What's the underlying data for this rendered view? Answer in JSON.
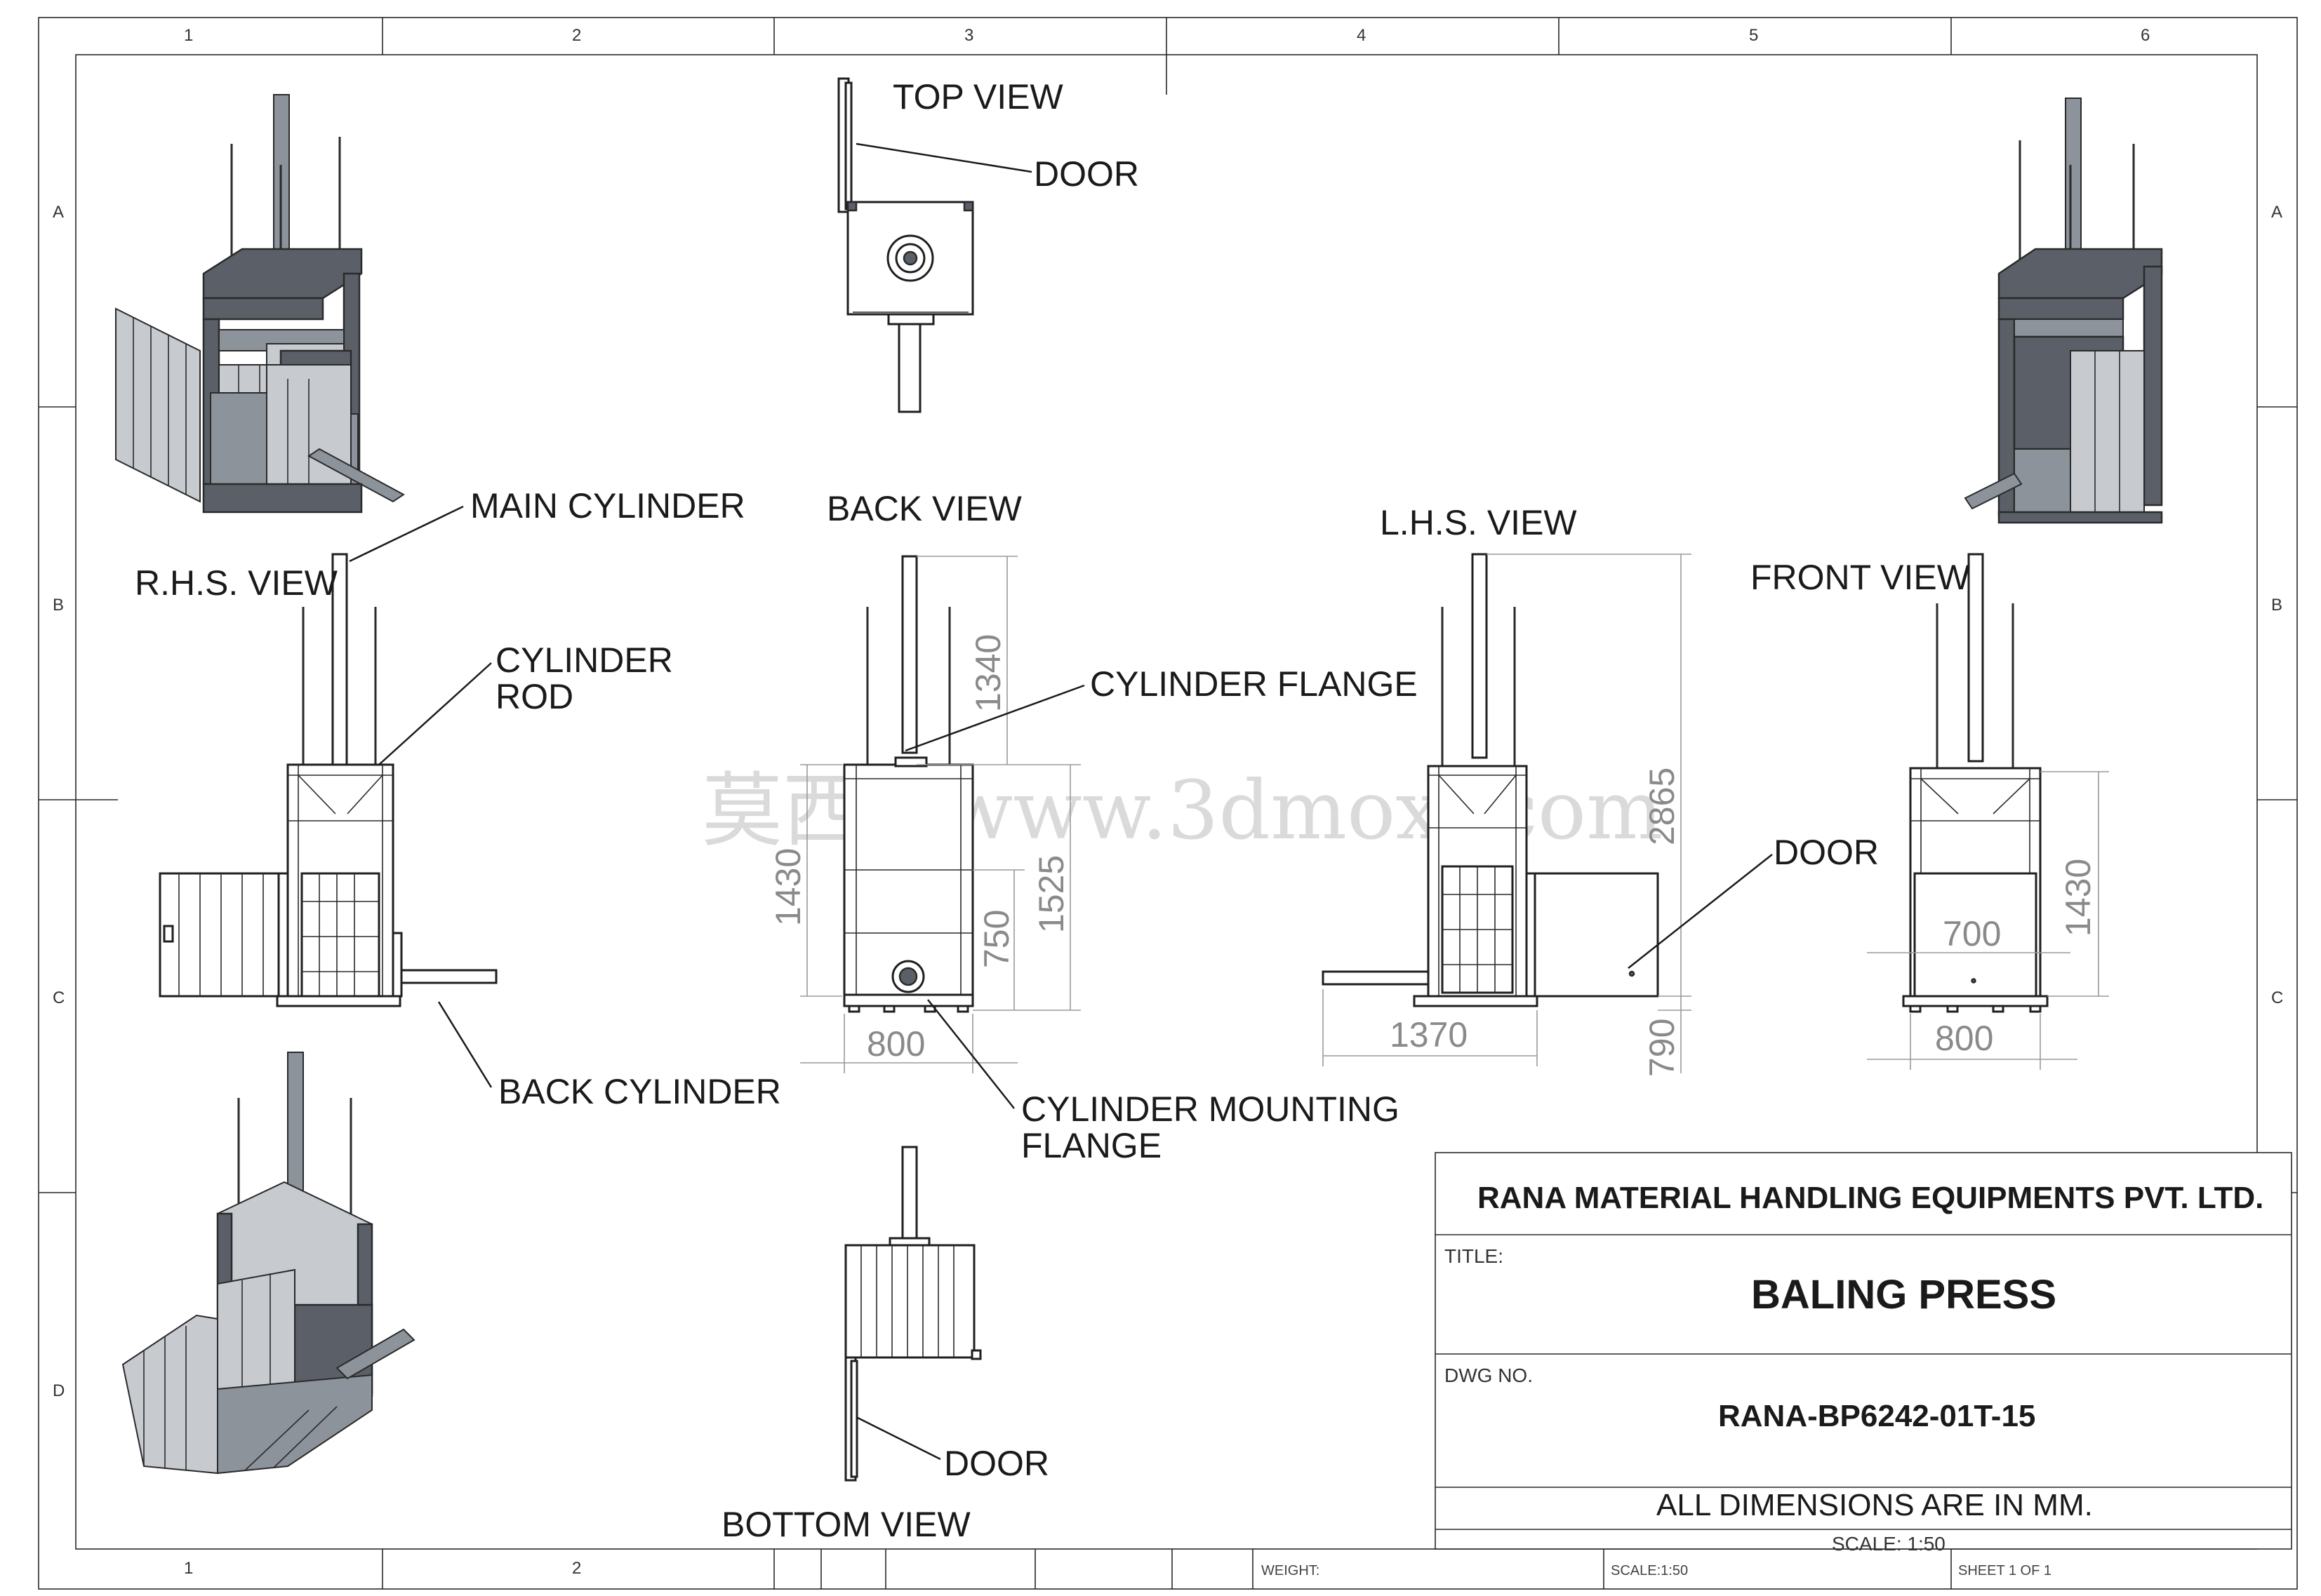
{
  "border": {
    "columns": [
      "1",
      "2",
      "3",
      "4",
      "5",
      "6"
    ],
    "rows": [
      "A",
      "B",
      "C",
      "D"
    ],
    "bottom_columns": [
      "1",
      "2"
    ]
  },
  "views": {
    "top_view": "TOP VIEW",
    "back_view": "BACK VIEW",
    "lhs_view": "L.H.S. VIEW",
    "front_view": "FRONT VIEW",
    "rhs_view": "R.H.S. VIEW",
    "bottom_view": "BOTTOM VIEW"
  },
  "callouts": {
    "door_top": "DOOR",
    "main_cylinder": "MAIN CYLINDER",
    "cylinder_rod_1": "CYLINDER",
    "cylinder_rod_2": "ROD",
    "cylinder_flange": "CYLINDER FLANGE",
    "door_lhs": "DOOR",
    "back_cylinder": "BACK CYLINDER",
    "mounting_flange_1": "CYLINDER MOUNTING",
    "mounting_flange_2": "FLANGE",
    "door_bottom": "DOOR"
  },
  "dimensions": {
    "back_1340": "1340",
    "back_1430": "1430",
    "back_750": "750",
    "back_1525": "1525",
    "back_800": "800",
    "lhs_2865": "2865",
    "lhs_1370": "1370",
    "lhs_790": "790",
    "front_700": "700",
    "front_1430": "1430",
    "front_800": "800"
  },
  "watermark": "莫西网www.3dmoxi.com",
  "title_block": {
    "company": "RANA MATERIAL HANDLING EQUIPMENTS PVT. LTD.",
    "title_label": "TITLE:",
    "title": "BALING PRESS",
    "dwg_label": "DWG NO.",
    "dwg_no": "RANA-BP6242-01T-15",
    "units_note": "ALL DIMENSIONS ARE IN MM.",
    "scale": "SCALE: 1:50",
    "weight": "WEIGHT:",
    "scale_small": "SCALE:1:50",
    "sheet": "SHEET 1 OF 1"
  }
}
